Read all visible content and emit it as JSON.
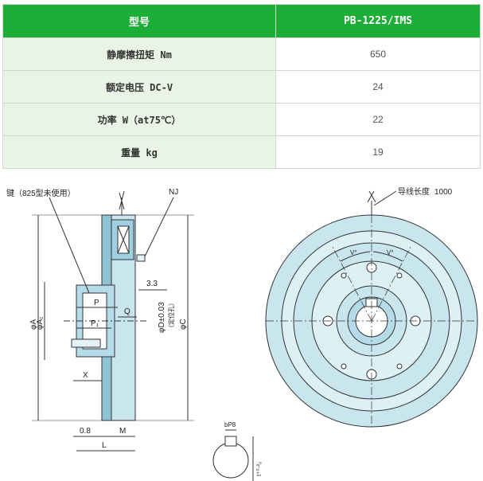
{
  "table": {
    "header": {
      "label": "型号",
      "value": "PB-1225/IMS"
    },
    "rows": [
      {
        "label": "静摩擦扭矩 Nm",
        "value": "650"
      },
      {
        "label": "额定电压 DC-V",
        "value": "24"
      },
      {
        "label": "功率 W（at75℃）",
        "value": "22"
      },
      {
        "label": "重量 kg",
        "value": "19"
      }
    ]
  },
  "drawing": {
    "key_note": "键（825型未使用）",
    "nj": "NJ",
    "dim_33": "3.3",
    "phi_d": "φD±0.03",
    "locating_hole": "（定位孔）",
    "p": "P",
    "p1": "P₁",
    "q": "Q",
    "phi_a": "φA",
    "phi_a1": "φA₁",
    "phi_c": "φC",
    "x": "X",
    "dim_08": "0.8",
    "m": "M",
    "l": "L",
    "lead_length_label": "导线长度",
    "lead_length_value": "1000",
    "v_left": "V°",
    "v_right": "V°",
    "b_p8": "bP8",
    "t_tol": "t⁺⁰·²₀"
  }
}
